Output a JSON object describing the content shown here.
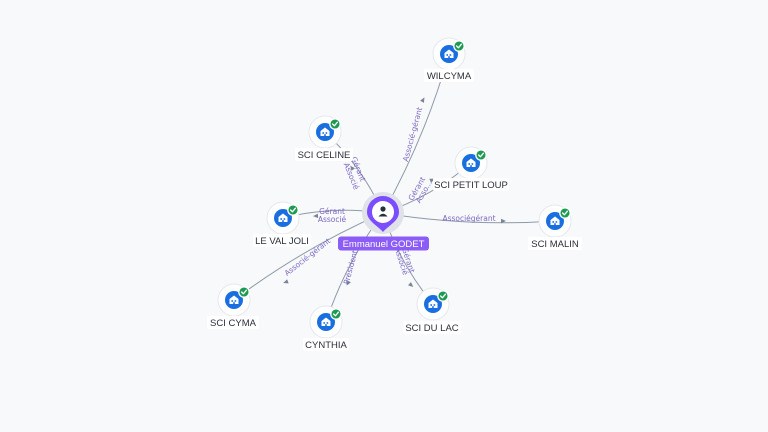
{
  "graph": {
    "center": {
      "label": "Emmanuel GODET",
      "icon": "person-icon"
    },
    "nodes": [
      {
        "id": "wilcyma",
        "label": "WILCYMA",
        "icon": "building-icon",
        "badge": "check-icon"
      },
      {
        "id": "sci-celine",
        "label": "SCI CELINE",
        "icon": "building-icon",
        "badge": "check-icon"
      },
      {
        "id": "sci-petit-loup",
        "label": "SCI PETIT LOUP",
        "icon": "building-icon",
        "badge": "check-icon"
      },
      {
        "id": "le-val-joli",
        "label": "LE VAL JOLI",
        "icon": "building-icon",
        "badge": "check-icon"
      },
      {
        "id": "sci-malin",
        "label": "SCI MALIN",
        "icon": "building-icon",
        "badge": "check-icon"
      },
      {
        "id": "sci-cyma",
        "label": "SCI CYMA",
        "icon": "building-icon",
        "badge": "check-icon"
      },
      {
        "id": "cynthia",
        "label": "CYNTHIA",
        "icon": "building-icon",
        "badge": "check-icon"
      },
      {
        "id": "sci-du-lac",
        "label": "SCI DU LAC",
        "icon": "building-icon",
        "badge": "check-icon"
      }
    ],
    "edges": [
      {
        "to": "wilcyma",
        "labels": [
          "Associé-gérant"
        ]
      },
      {
        "to": "sci-celine",
        "labels": [
          "Gérant",
          "Associé"
        ]
      },
      {
        "to": "sci-petit-loup",
        "labels": [
          "Gérant",
          "Asso..."
        ]
      },
      {
        "to": "le-val-joli",
        "labels": [
          "Gérant",
          "Associé"
        ]
      },
      {
        "to": "sci-malin",
        "labels": [
          "Associégérant"
        ]
      },
      {
        "to": "sci-cyma",
        "labels": [
          "Associé-gérant"
        ]
      },
      {
        "to": "cynthia",
        "labels": [
          "Président"
        ]
      },
      {
        "to": "sci-du-lac",
        "labels": [
          "Gérant",
          "Associé"
        ]
      }
    ]
  }
}
